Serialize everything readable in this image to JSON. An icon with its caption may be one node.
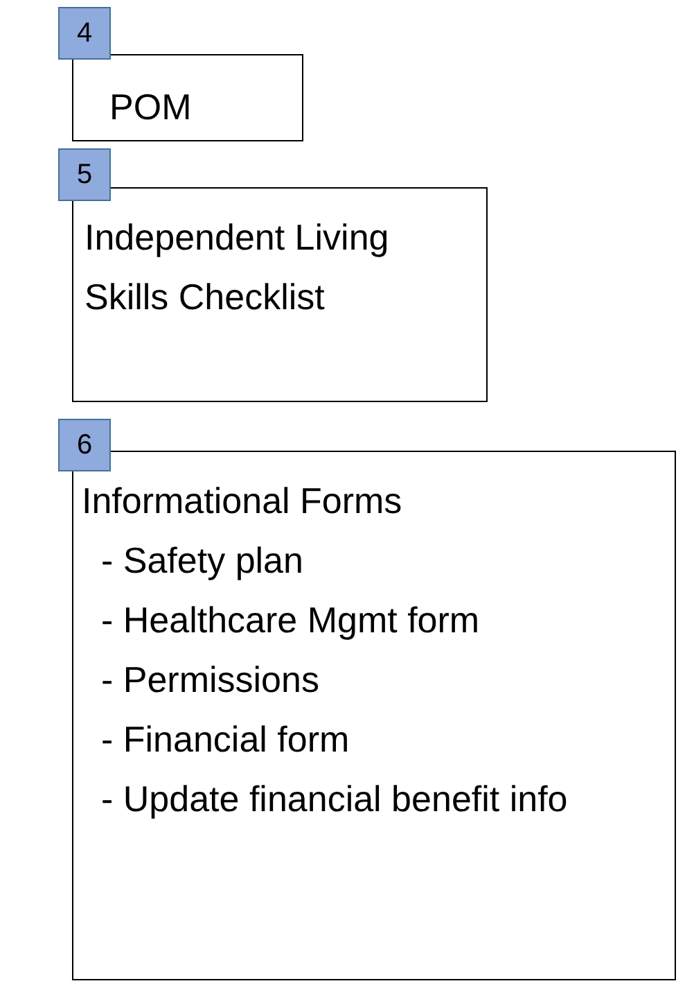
{
  "diagram": {
    "nodes": [
      {
        "text": [
          "4"
        ]
      },
      {
        "text": [
          "POM"
        ]
      },
      {
        "text": [
          "5"
        ]
      },
      {
        "text": [
          "Independent Living Skills Checklist"
        ]
      },
      {
        "text": [
          "6"
        ]
      },
      {
        "text": [
          "Informational Forms",
          "- Safety plan",
          "- Healthcare Mgmt form",
          "- Permissions",
          "- Financial form",
          "- Update financial benefit info"
        ]
      }
    ]
  }
}
